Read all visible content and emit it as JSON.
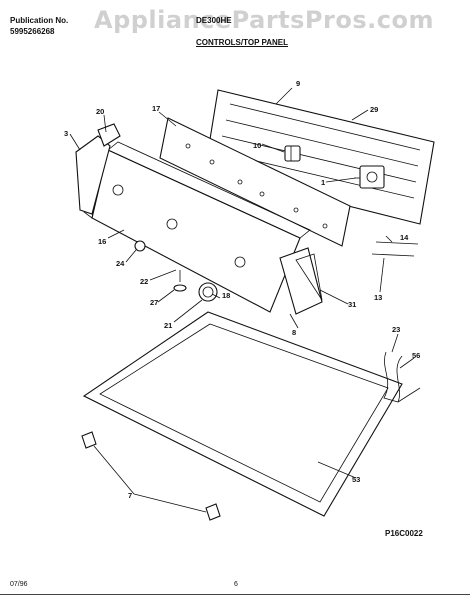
{
  "header": {
    "publication_label": "Publication No.",
    "publication_code": "5995266268",
    "model": "DE300HE",
    "section_title": "CONTROLS/TOP PANEL"
  },
  "watermark": "AppliancePartsPros.com",
  "figure_code": "P16C0022",
  "footer": {
    "date": "07/96",
    "page": "6"
  },
  "callouts": {
    "c9": "9",
    "c29": "29",
    "c17": "17",
    "c20": "20",
    "c3": "3",
    "c10": "10",
    "c1": "1",
    "c16": "16",
    "c24": "24",
    "c14": "14",
    "c13": "13",
    "c22": "22",
    "c27": "27",
    "c18": "18",
    "c21": "21",
    "c31": "31",
    "c8": "8",
    "c23": "23",
    "c56": "56",
    "c53": "53",
    "c7": "7"
  }
}
